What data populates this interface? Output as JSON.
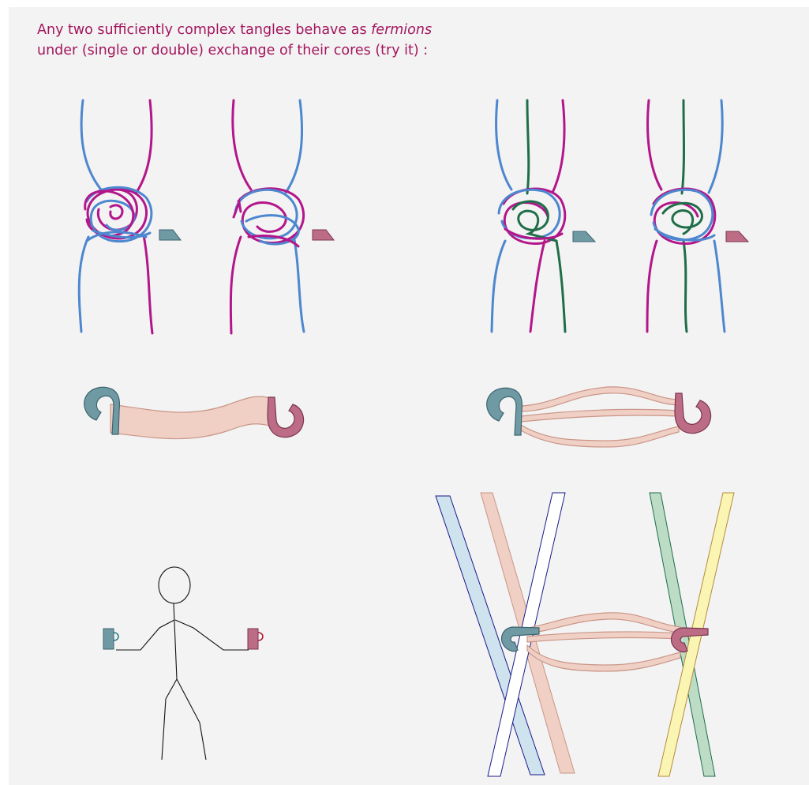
{
  "caption": {
    "line1_before": "Any two sufficiently complex tangles behave as ",
    "line1_emphasis": "fermions",
    "line2": "under (single or double) exchange of their cores (try it) :"
  },
  "colors": {
    "background": "#f3f3f3",
    "caption_text": "#a3155d",
    "tangle_blue": "#4d87cf",
    "tangle_magenta": "#b3168a",
    "tangle_green": "#1f6e49",
    "core_teal": "#6f9aa3",
    "core_rose": "#bd6c86",
    "band_fill": "#f0cfc5",
    "band_stroke": "#c99687",
    "stick_figure": "#111111",
    "belt_lightblue": "#cfe3ee",
    "belt_navy": "#1a1a8c",
    "belt_green": "#bcdcc6",
    "belt_yellow": "#fbf5b4"
  },
  "figures": [
    "two-string-tangle-pair",
    "three-string-tangle-pair",
    "single-band-between-cores",
    "triple-band-between-cores",
    "person-holding-two-cups",
    "belts-and-bands-double-exchange"
  ]
}
